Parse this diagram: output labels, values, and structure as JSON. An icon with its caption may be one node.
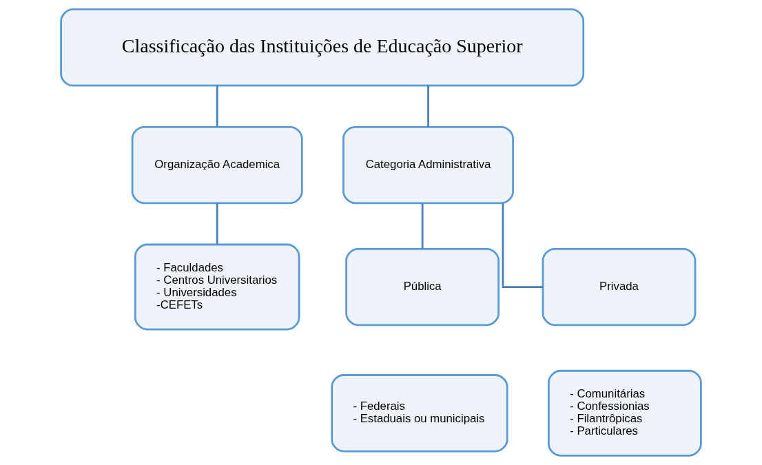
{
  "diagram": {
    "nodes": [
      {
        "text": [
          "Classificação das Instituições de Educação Superior"
        ]
      },
      {
        "text": [
          "Organização Academica"
        ]
      },
      {
        "text": [
          "Categoria Administrativa"
        ]
      },
      {
        "text": [
          "- Faculdades",
          "- Centros Universitarios",
          "- Universidades",
          "-CEFETs"
        ]
      },
      {
        "text": [
          "Pública"
        ]
      },
      {
        "text": [
          "Privada"
        ]
      },
      {
        "text": [
          "- Federais",
          "- Estaduais ou municipais"
        ]
      },
      {
        "text": [
          "- Comunitárias",
          "- Confessionias",
          "- Filantrôpicas",
          "- Particulares"
        ]
      }
    ],
    "edges": [
      {
        "from": 0,
        "to": 1,
        "arrow": "none"
      },
      {
        "from": 0,
        "to": 2,
        "arrow": "none"
      },
      {
        "from": 1,
        "to": 3,
        "arrow": "none"
      },
      {
        "from": 2,
        "to": 4,
        "arrow": "none"
      },
      {
        "from": 2,
        "to": 5,
        "arrow": "none"
      }
    ]
  }
}
